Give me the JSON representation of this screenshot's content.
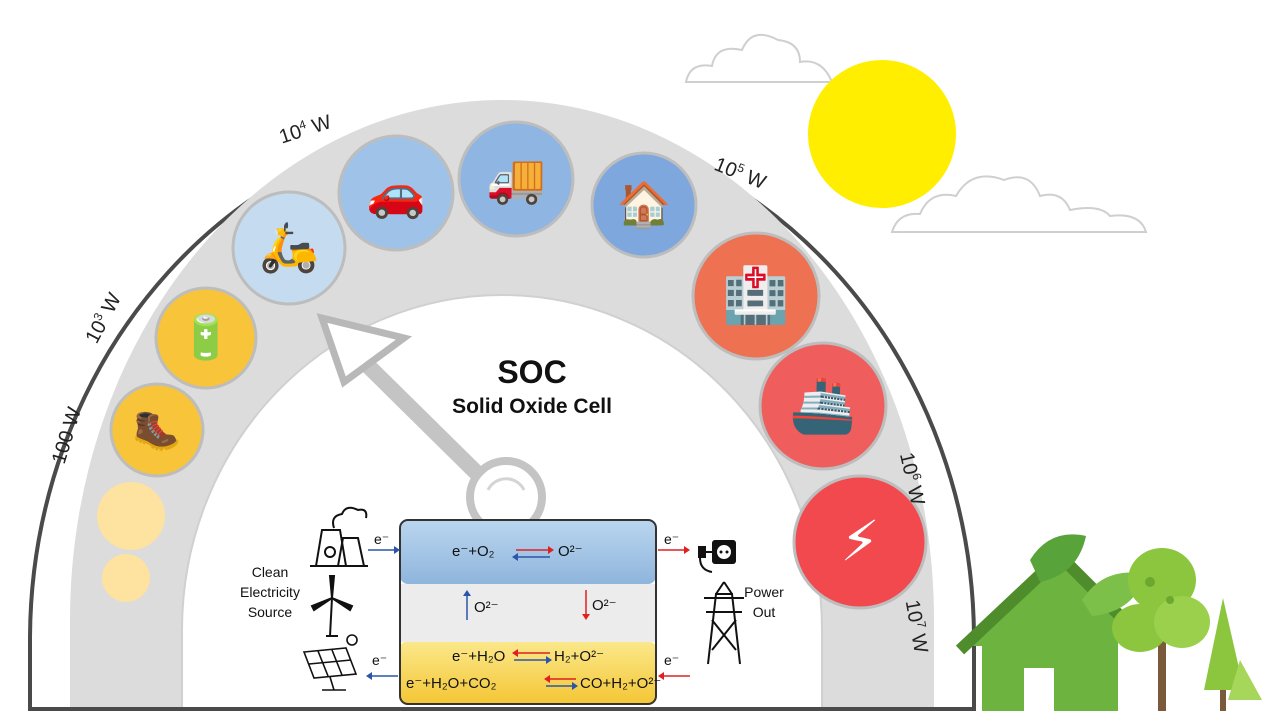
{
  "title": "SOC",
  "subtitle": "Solid Oxide Cell",
  "power_scale": [
    {
      "base": "100 W",
      "exp": ""
    },
    {
      "base": "10",
      "exp": "3",
      "unit": " W"
    },
    {
      "base": "10",
      "exp": "4",
      "unit": " W"
    },
    {
      "base": "10",
      "exp": "5",
      "unit": " W"
    },
    {
      "base": "10",
      "exp": "6",
      "unit": " W"
    },
    {
      "base": "10",
      "exp": "7",
      "unit": " W"
    }
  ],
  "applications": [
    {
      "icon": "hiker-icon",
      "color": "#f7c43a"
    },
    {
      "icon": "battery-icon",
      "color": "#f7c43a"
    },
    {
      "icon": "scooter-icon",
      "color": "#c5dbf0"
    },
    {
      "icon": "electric-car-icon",
      "color": "#9fc3e8"
    },
    {
      "icon": "truck-icon",
      "color": "#8fb5e2"
    },
    {
      "icon": "house-icon",
      "color": "#7ea7dd"
    },
    {
      "icon": "hospital-icon",
      "color": "#ee7152"
    },
    {
      "icon": "ship-icon",
      "color": "#f05d5d"
    },
    {
      "icon": "power-station-icon",
      "color": "#f2494f"
    }
  ],
  "left_labels": {
    "source": "Clean Electricity Source"
  },
  "right_labels": {
    "power_out": "Power Out"
  },
  "cell": {
    "top_left": "e⁻+O₂",
    "top_right": "O²⁻",
    "mid_left": "O²⁻",
    "mid_right": "O²⁻",
    "bot1_left": "e⁻+H₂O",
    "bot1_right": "H₂+O²⁻",
    "bot2_left": "e⁻+H₂O+CO₂",
    "bot2_right": "CO+H₂+O²⁻"
  },
  "electron_label": "e⁻",
  "colors": {
    "yellow": "#f7c43a",
    "blue": "#8fb5e2",
    "red": "#f2494f",
    "sun": "#ffee00",
    "green": "#6cb33f"
  }
}
